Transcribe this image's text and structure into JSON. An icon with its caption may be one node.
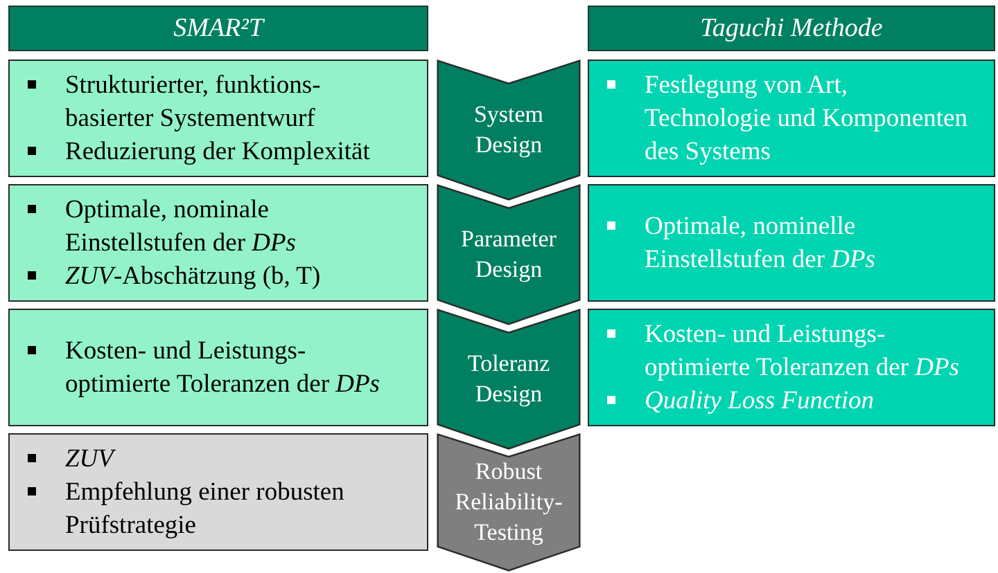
{
  "diagram": {
    "nodes": [
      {
        "text": [
          "SMAR²T"
        ]
      },
      {
        "text": [
          "Taguchi Methode"
        ]
      },
      {
        "text": [
          "Strukturierter, funktions- basierter Systementwurf",
          "Reduzierung der Komplexität"
        ]
      },
      {
        "text": [
          "System Design"
        ]
      },
      {
        "text": [
          "Festlegung von Art, Technologie und Komponenten des Systems"
        ]
      },
      {
        "text": [
          "Optimale, nominale Einstellstufen der *DPs*",
          "*ZUV*-Abschätzung (b, T)"
        ]
      },
      {
        "text": [
          "Parameter Design"
        ]
      },
      {
        "text": [
          "Optimale, nominelle Einstellstufen der *DPs*"
        ]
      },
      {
        "text": [
          "Kosten- und Leistungs- optimierte Toleranzen der *DPs*"
        ]
      },
      {
        "text": [
          "Toleranz Design"
        ]
      },
      {
        "text": [
          "Kosten- und Leistungs- optimierte Toleranzen der *DPs*",
          "*Quality Loss Function*"
        ]
      },
      {
        "text": [
          "*ZUV*",
          "Empfehlung einer robusten Prüfstrategie"
        ]
      },
      {
        "text": [
          "Robust Reliability- Testing"
        ]
      }
    ]
  }
}
